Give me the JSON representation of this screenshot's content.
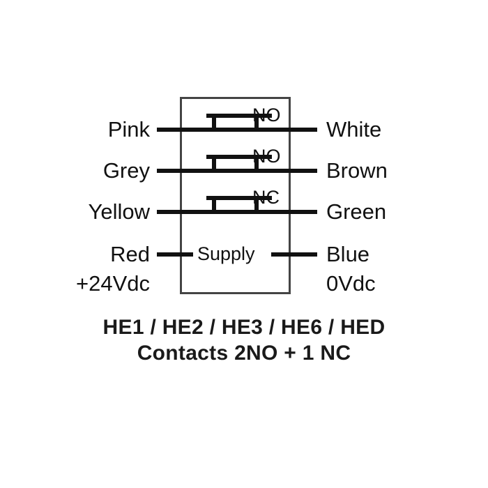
{
  "diagram": {
    "title_lines": [
      "HE1 / HE2 / HE3 / HE6 / HED",
      "Contacts 2NO + 1 NC"
    ],
    "body_label": "Supply",
    "colors": {
      "line": "#111111",
      "box_outline": "#444444",
      "background": "#ffffff",
      "text": "#111111"
    },
    "rows": [
      {
        "left_label": "Pink",
        "right_label": "White",
        "contact_type": "NO",
        "contact_style": "bridging"
      },
      {
        "left_label": "Grey",
        "right_label": "Brown",
        "contact_type": "NO",
        "contact_style": "bridging"
      },
      {
        "left_label": "Yellow",
        "right_label": "Green",
        "contact_type": "NC",
        "contact_style": "bridging"
      }
    ],
    "supply_row": {
      "left_label": "Red",
      "left_sub_label": "+24Vdc",
      "right_label": "Blue",
      "right_sub_label": "0Vdc"
    }
  }
}
